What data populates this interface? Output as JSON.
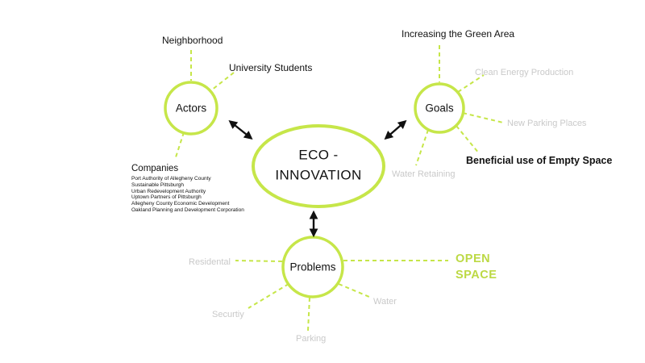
{
  "colors": {
    "accent_green": "#c6e649",
    "muted_gray": "#c9c9c9",
    "open_space_green": "#bcd944",
    "text_black": "#111111"
  },
  "center": {
    "title_line1": "ECO -",
    "title_line2": "INNOVATION"
  },
  "nodes": {
    "actors": {
      "label": "Actors"
    },
    "goals": {
      "label": "Goals"
    },
    "problems": {
      "label": "Problems"
    }
  },
  "actors": {
    "neighborhood": "Neighborhood",
    "university_students": "University Students",
    "companies": {
      "title": "Companies",
      "items": [
        "Port Authority of Allegheny County",
        "Sustainable Pittsburgh",
        "Urban Redevelopment Authority",
        "Uptown Partners of Pittsburgh",
        "Allegheny County Economic Development",
        "Oakland Planning and Development Corporation"
      ]
    }
  },
  "goals": {
    "increasing_green_area": "Increasing the Green Area",
    "clean_energy_production": "Clean Energy Production",
    "new_parking_places": "New Parking Places",
    "beneficial_use_empty_space": "Beneficial use of Empty Space",
    "water_retaining": "Water Retaining"
  },
  "problems": {
    "residental": "Residental",
    "securtiy": "Securtiy",
    "parking": "Parking",
    "water": "Water"
  },
  "open_space": {
    "line1": "OPEN",
    "line2": "SPACE"
  }
}
